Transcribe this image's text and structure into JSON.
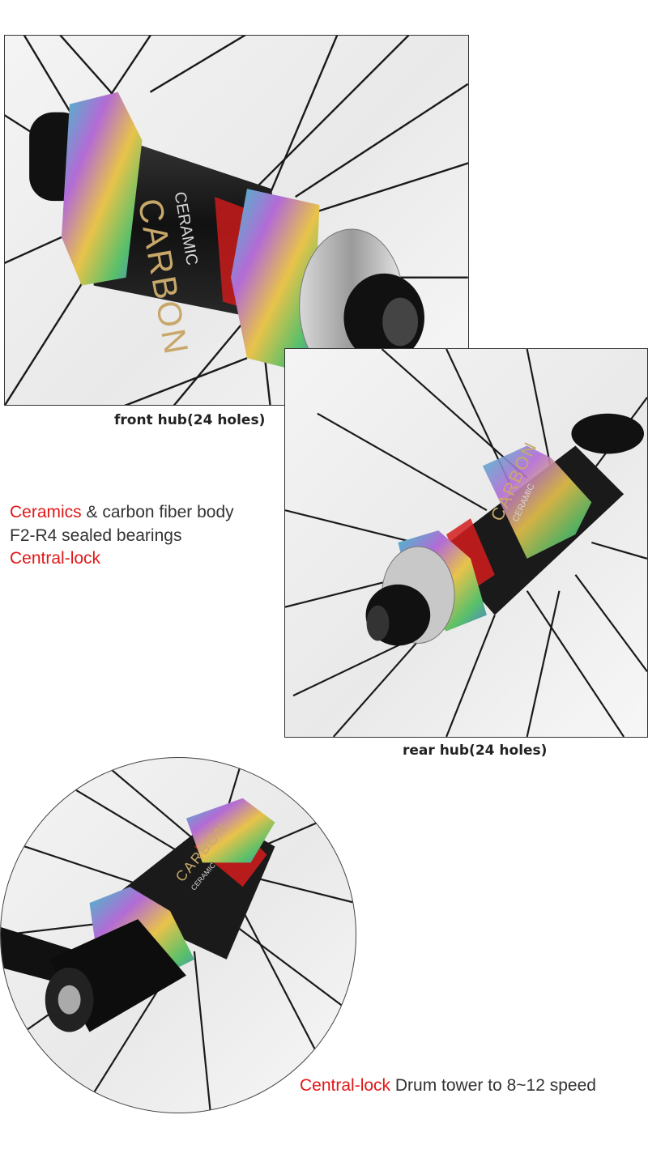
{
  "front_hub": {
    "caption": "front hub(24 holes)",
    "logo_carbon": "CARBON",
    "logo_ceramic": "CERAMIC"
  },
  "rear_hub": {
    "caption": "rear hub(24 holes)",
    "logo_carbon": "CARBON",
    "logo_ceramic": "CERAMIC"
  },
  "features": {
    "line1_highlight": "Ceramics",
    "line1_rest": " & carbon fiber body",
    "line2": "F2-R4 sealed bearings",
    "line3": "Central-lock"
  },
  "drum": {
    "highlight": "Central-lock",
    "rest": " Drum tower to 8~12 speed",
    "logo_carbon": "CARBON",
    "logo_ceramic": "CERAMIC"
  },
  "colors": {
    "highlight_red": "#e01818",
    "body_text": "#333333",
    "carbon_black": "#1a1a1a"
  }
}
